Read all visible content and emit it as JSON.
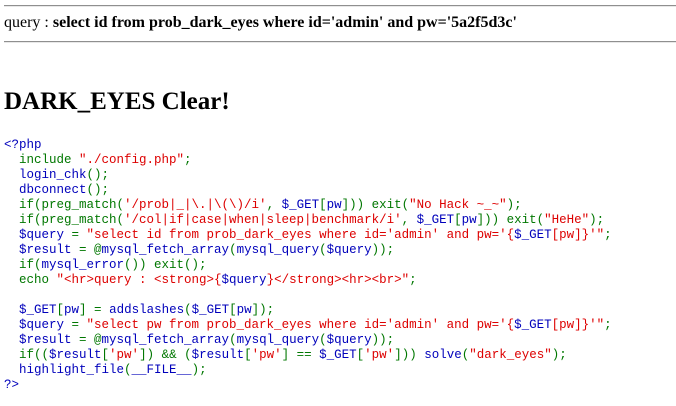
{
  "query_line": {
    "label": "query : ",
    "query": "select id from prob_dark_eyes where id='admin' and pw='5a2f5d3c'"
  },
  "heading": "DARK_EYES Clear!",
  "colors": {
    "default": "#0000BB",
    "keyword": "#007700",
    "string": "#DD0000",
    "hr": "#8f8f8f"
  },
  "code_lines": [
    [
      [
        "d",
        "<?php"
      ]
    ],
    [
      [
        "k",
        "  include "
      ],
      [
        "s",
        "\"./config.php\""
      ],
      [
        "k",
        ";"
      ]
    ],
    [
      [
        "d",
        "  login_chk"
      ],
      [
        "k",
        "();"
      ]
    ],
    [
      [
        "d",
        "  dbconnect"
      ],
      [
        "k",
        "();"
      ]
    ],
    [
      [
        "k",
        "  if(preg_match("
      ],
      [
        "s",
        "'/prob|_|\\.|\\(\\)/i'"
      ],
      [
        "k",
        ", "
      ],
      [
        "d",
        "$_GET"
      ],
      [
        "k",
        "["
      ],
      [
        "d",
        "pw"
      ],
      [
        "k",
        "])) exit("
      ],
      [
        "s",
        "\"No Hack ~_~\""
      ],
      [
        "k",
        ");"
      ]
    ],
    [
      [
        "k",
        "  if(preg_match("
      ],
      [
        "s",
        "'/col|if|case|when|sleep|benchmark/i'"
      ],
      [
        "k",
        ", "
      ],
      [
        "d",
        "$_GET"
      ],
      [
        "k",
        "["
      ],
      [
        "d",
        "pw"
      ],
      [
        "k",
        "])) exit("
      ],
      [
        "s",
        "\"HeHe\""
      ],
      [
        "k",
        ");"
      ]
    ],
    [
      [
        "d",
        "  $query "
      ],
      [
        "k",
        "= "
      ],
      [
        "s",
        "\"select id from prob_dark_eyes where id='admin' and pw='{"
      ],
      [
        "d",
        "$_GET"
      ],
      [
        "s",
        "[pw]}'\""
      ],
      [
        "k",
        ";"
      ]
    ],
    [
      [
        "d",
        "  $result "
      ],
      [
        "k",
        "= @"
      ],
      [
        "d",
        "mysql_fetch_array"
      ],
      [
        "k",
        "("
      ],
      [
        "d",
        "mysql_query"
      ],
      [
        "k",
        "("
      ],
      [
        "d",
        "$query"
      ],
      [
        "k",
        "));"
      ]
    ],
    [
      [
        "k",
        "  if("
      ],
      [
        "d",
        "mysql_error"
      ],
      [
        "k",
        "()) exit();"
      ]
    ],
    [
      [
        "k",
        "  echo "
      ],
      [
        "s",
        "\"<hr>query : <strong>{"
      ],
      [
        "d",
        "$query"
      ],
      [
        "s",
        "}</strong><hr><br>\""
      ],
      [
        "k",
        ";"
      ]
    ],
    [
      [
        "d",
        ""
      ]
    ],
    [
      [
        "d",
        "  $_GET"
      ],
      [
        "k",
        "["
      ],
      [
        "d",
        "pw"
      ],
      [
        "k",
        "] = "
      ],
      [
        "d",
        "addslashes"
      ],
      [
        "k",
        "("
      ],
      [
        "d",
        "$_GET"
      ],
      [
        "k",
        "["
      ],
      [
        "d",
        "pw"
      ],
      [
        "k",
        "]);"
      ]
    ],
    [
      [
        "d",
        "  $query "
      ],
      [
        "k",
        "= "
      ],
      [
        "s",
        "\"select pw from prob_dark_eyes where id='admin' and pw='{"
      ],
      [
        "d",
        "$_GET"
      ],
      [
        "s",
        "[pw]}'\""
      ],
      [
        "k",
        ";"
      ]
    ],
    [
      [
        "d",
        "  $result "
      ],
      [
        "k",
        "= @"
      ],
      [
        "d",
        "mysql_fetch_array"
      ],
      [
        "k",
        "("
      ],
      [
        "d",
        "mysql_query"
      ],
      [
        "k",
        "("
      ],
      [
        "d",
        "$query"
      ],
      [
        "k",
        "));"
      ]
    ],
    [
      [
        "k",
        "  if(("
      ],
      [
        "d",
        "$result"
      ],
      [
        "k",
        "["
      ],
      [
        "s",
        "'pw'"
      ],
      [
        "k",
        "]) && ("
      ],
      [
        "d",
        "$result"
      ],
      [
        "k",
        "["
      ],
      [
        "s",
        "'pw'"
      ],
      [
        "k",
        "] == "
      ],
      [
        "d",
        "$_GET"
      ],
      [
        "k",
        "["
      ],
      [
        "s",
        "'pw'"
      ],
      [
        "k",
        "])) "
      ],
      [
        "d",
        "solve"
      ],
      [
        "k",
        "("
      ],
      [
        "s",
        "\"dark_eyes\""
      ],
      [
        "k",
        ");"
      ]
    ],
    [
      [
        "d",
        "  highlight_file"
      ],
      [
        "k",
        "("
      ],
      [
        "d",
        "__FILE__"
      ],
      [
        "k",
        ");"
      ]
    ],
    [
      [
        "d",
        "?>"
      ]
    ]
  ]
}
